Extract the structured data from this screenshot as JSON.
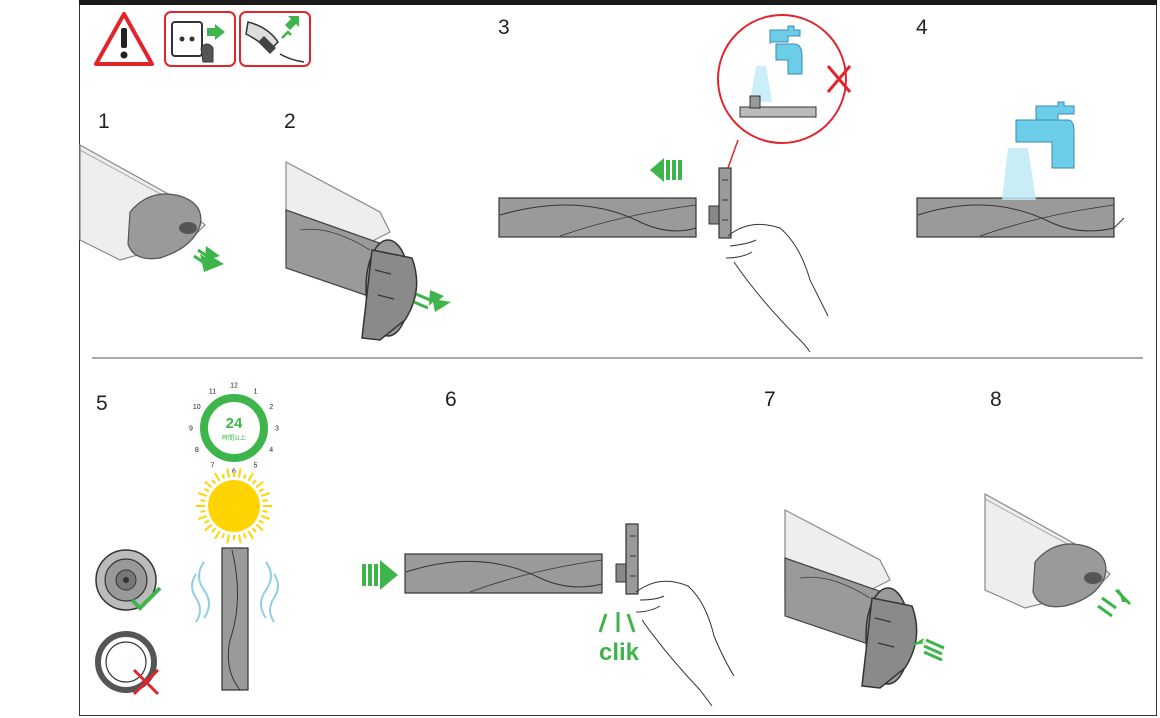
{
  "steps": {
    "s1": "1",
    "s2": "2",
    "s3": "3",
    "s4": "4",
    "s5": "5",
    "s6": "6",
    "s7": "7",
    "s8": "8"
  },
  "clock": {
    "hours": "24",
    "unit_text": "時間以上",
    "numerals": [
      "12",
      "1",
      "2",
      "3",
      "4",
      "5",
      "6",
      "7",
      "8",
      "9",
      "10",
      "11"
    ]
  },
  "click_label": "clik",
  "colors": {
    "green": "#3db54a",
    "red": "#e2242b",
    "roller": "#9a9a9a",
    "outline": "#333333",
    "water": "#6ccde8",
    "sun": "#ffd400"
  },
  "icons": [
    "warning-triangle-icon",
    "unplug-wall-icon",
    "unplug-charger-icon",
    "tap-icon",
    "sun-icon",
    "clock-icon",
    "check-icon",
    "cross-icon",
    "arrow-icon"
  ]
}
